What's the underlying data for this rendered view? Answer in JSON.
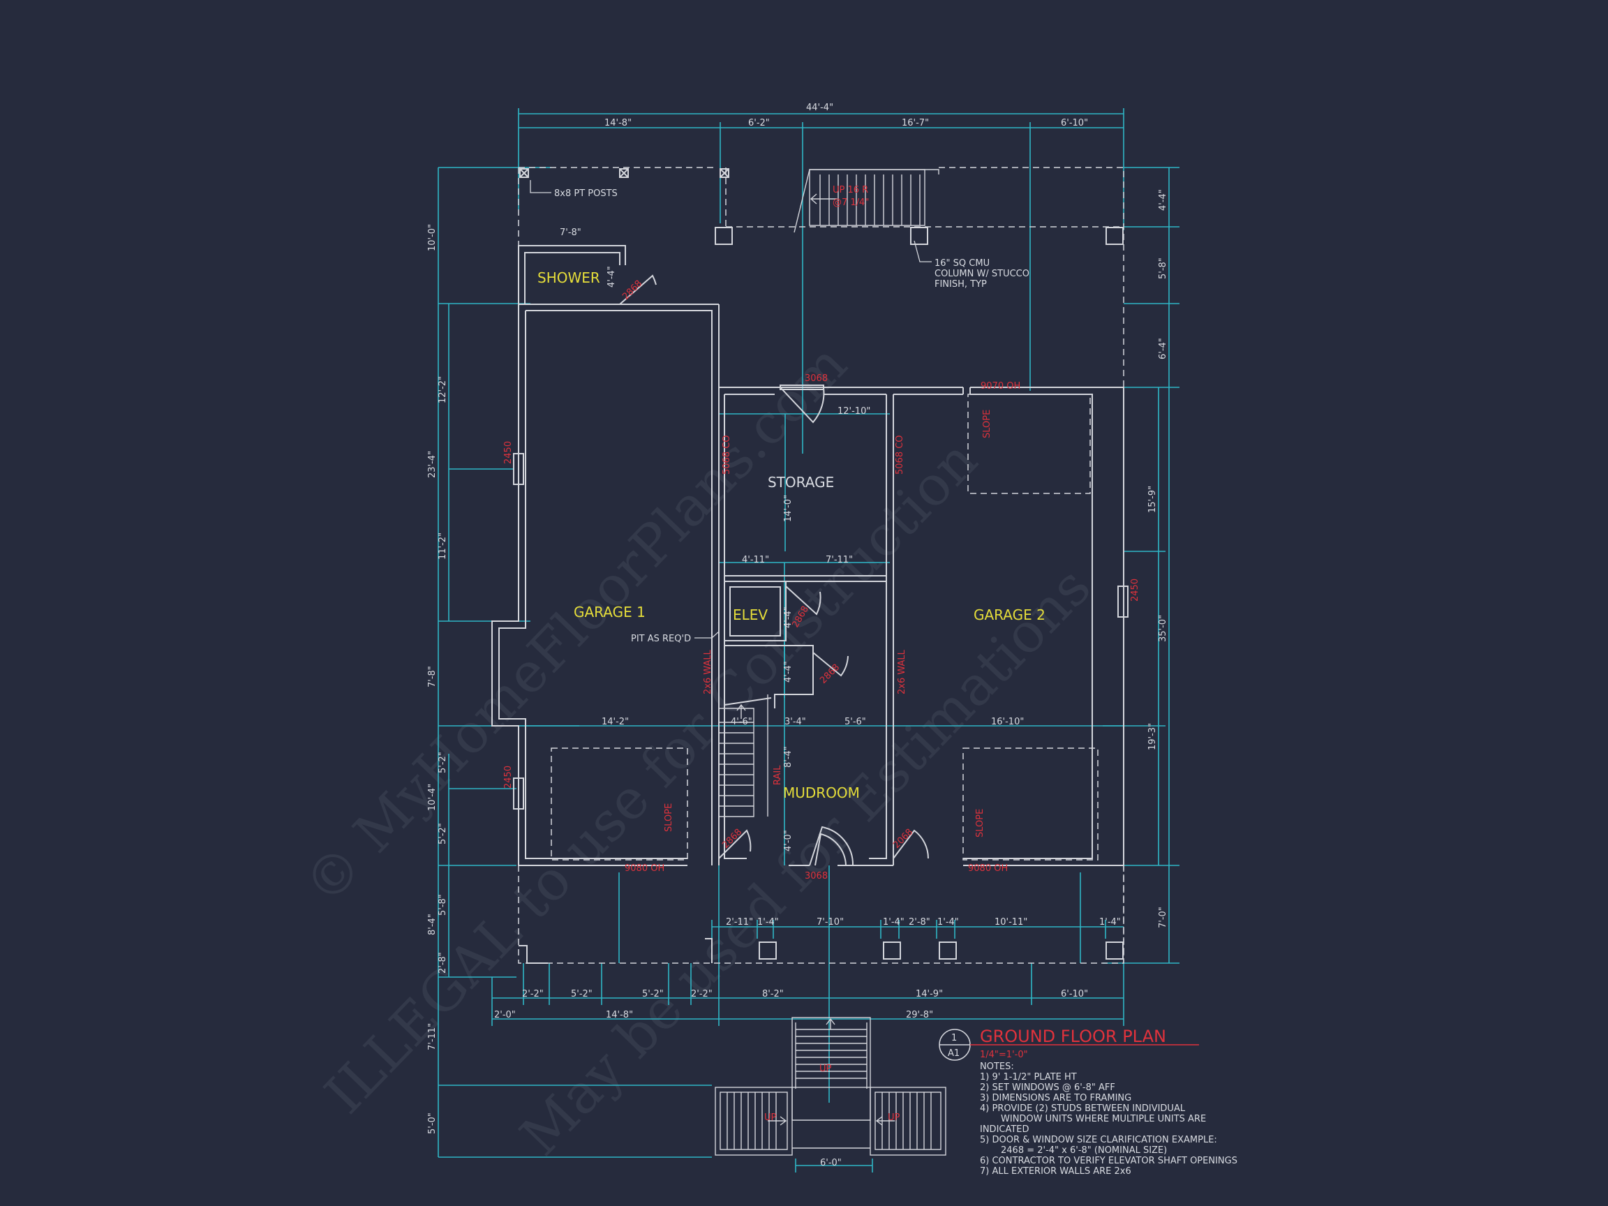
{
  "rooms": {
    "shower": "SHOWER",
    "garage1": "GARAGE 1",
    "garage2": "GARAGE 2",
    "storage": "STORAGE",
    "elev": "ELEV",
    "mudroom": "MUDROOM"
  },
  "overall_dimensions": {
    "top_total": "44'-4\"",
    "top_segments": [
      "14'-8\"",
      "6'-2\"",
      "16'-7\"",
      "6'-10\""
    ],
    "shower_width": "7'-8\"",
    "left_side": [
      "10'-0\"",
      "23'-4\"",
      "12'-2\"",
      "11'-2\"",
      "7'-8\"",
      "10'-4\"",
      "5'-2\"",
      "5'-2\"",
      "8'-4\"",
      "5'-8\"",
      "2'-8\"",
      "7'-11\"",
      "5'-0\""
    ],
    "right_side": [
      "4'-4\"",
      "5'-8\"",
      "6'-4\"",
      "15'-9\"",
      "35'-0\"",
      "19'-3\"",
      "7'-0\""
    ],
    "bottom_row1": [
      "2'-2\"",
      "5'-2\"",
      "5'-2\"",
      "2'-2\"",
      "8'-2\"",
      "14'-9\"",
      "6'-10\""
    ],
    "bottom_row2": [
      "2'-0\"",
      "14'-8\"",
      "29'-8\""
    ],
    "porch_row": [
      "2'-11\"",
      "1'-4\"",
      "7'-10\"",
      "1'-4\"",
      "2'-8\"",
      "1'-4\"",
      "10'-11\"",
      "1'-4\""
    ],
    "stair_width": "6'-0\""
  },
  "interior_dimensions": {
    "storage_width": "12'-10\"",
    "storage_depth": "14'-0\"",
    "split_a": "4'-11\"",
    "split_b": "7'-11\"",
    "garage1_width": "14'-2\"",
    "garage2_width": "16'-10\"",
    "mid_a": "4'-6\"",
    "mid_b": "3'-4\"",
    "mid_c": "5'-6\"",
    "elev_h": "4'-4\"",
    "hall_h": "4'-4\"",
    "mud_h": "8'-4\"",
    "door_h": "4'-0\"",
    "shower_h": "4'-4\""
  },
  "red_labels": {
    "door_top": "3068",
    "door_bottom": "3068",
    "overhead_g2": "9070 OH",
    "overhead_g1_bottom": "9080 OH",
    "overhead_g2_bottom": "9080 OH",
    "win1": "2450",
    "win2": "2450",
    "win3": "2450",
    "bypass1": "5068 CO",
    "bypass2": "5068 CO",
    "wall1": "2x6 WALL",
    "wall2": "2x6 WALL",
    "slope1": "SLOPE",
    "slope2": "SLOPE",
    "slope3": "SLOPE",
    "d1": "2868",
    "d2": "2868",
    "d3": "2868",
    "d4": "2868",
    "d5": "2068",
    "up_lbl1": "UP",
    "up_lbl2": "UP",
    "up_lbl3": "UP",
    "stair_lbl": "UP 16 R",
    "stair_lbl2": "@7 1/4\"",
    "rail": "RAIL"
  },
  "annotations": {
    "posts": "8x8 PT POSTS",
    "column1": "16\" SQ CMU",
    "column2": "COLUMN W/ STUCCO",
    "column3": "FINISH, TYP",
    "pit": "PIT AS REQ'D"
  },
  "title_block": {
    "number": "1",
    "sheet": "A1",
    "title": "GROUND FLOOR PLAN",
    "scale": "1/4\"=1'-0\""
  },
  "notes": [
    "NOTES:",
    "1) 9' 1-1/2\" PLATE HT",
    "2) SET WINDOWS @ 6'-8\" AFF",
    "3) DIMENSIONS ARE TO FRAMING",
    "4) PROVIDE (2) STUDS BETWEEN INDIVIDUAL",
    "WINDOW UNITS WHERE MULTIPLE UNITS ARE",
    "INDICATED",
    "5) DOOR & WINDOW SIZE CLARIFICATION EXAMPLE:",
    "2468 = 2'-4\" x 6'-8\" (NOMINAL SIZE)",
    "6) CONTRACTOR TO VERIFY ELEVATOR SHAFT OPENINGS",
    "7) ALL EXTERIOR WALLS ARE 2x6"
  ],
  "watermark": {
    "line1": "© MyHomeFloorPlans.com",
    "line2": "ILLEGAL to use for Construction",
    "line3": "May be used for Estimations"
  }
}
